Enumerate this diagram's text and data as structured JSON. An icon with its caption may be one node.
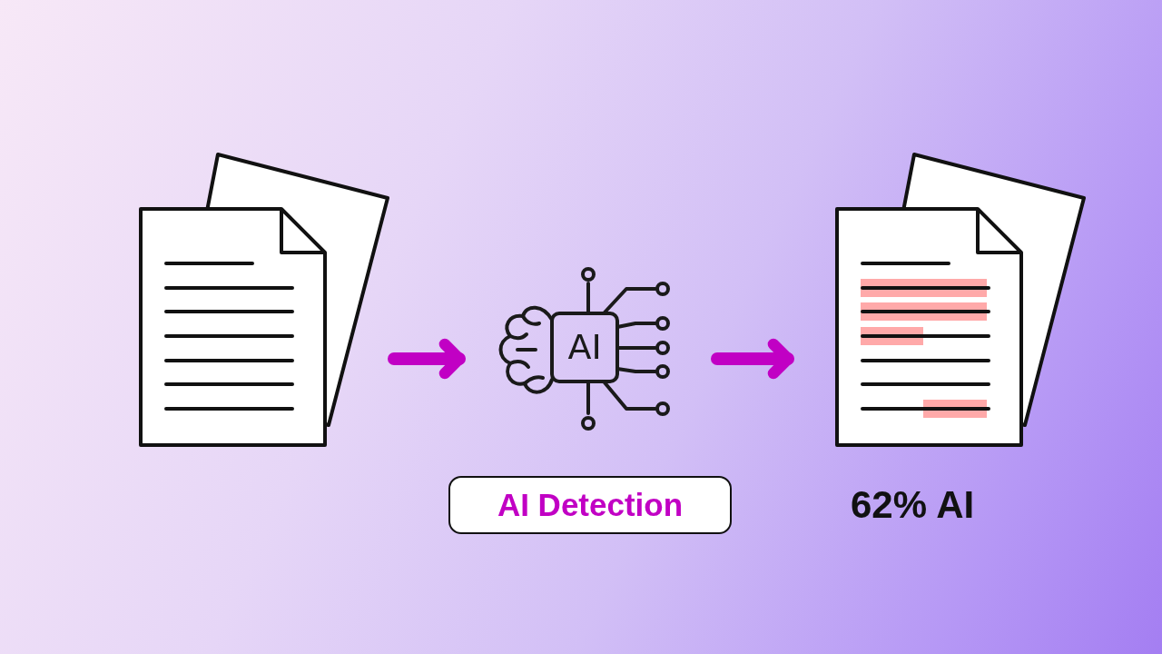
{
  "diagram": {
    "nodes": [
      {
        "text": [],
        "shape": "picture"
      },
      {
        "text": [
          "AI"
        ]
      },
      {
        "text": [
          "AI Detection"
        ]
      },
      {
        "text": [],
        "shape": "picture",
        "beside": [
          "62% AI"
        ]
      }
    ],
    "edges": [
      {
        "from": 0,
        "to": 1,
        "arrow": "to"
      },
      {
        "from": 1,
        "to": 3,
        "arrow": "to"
      }
    ]
  }
}
